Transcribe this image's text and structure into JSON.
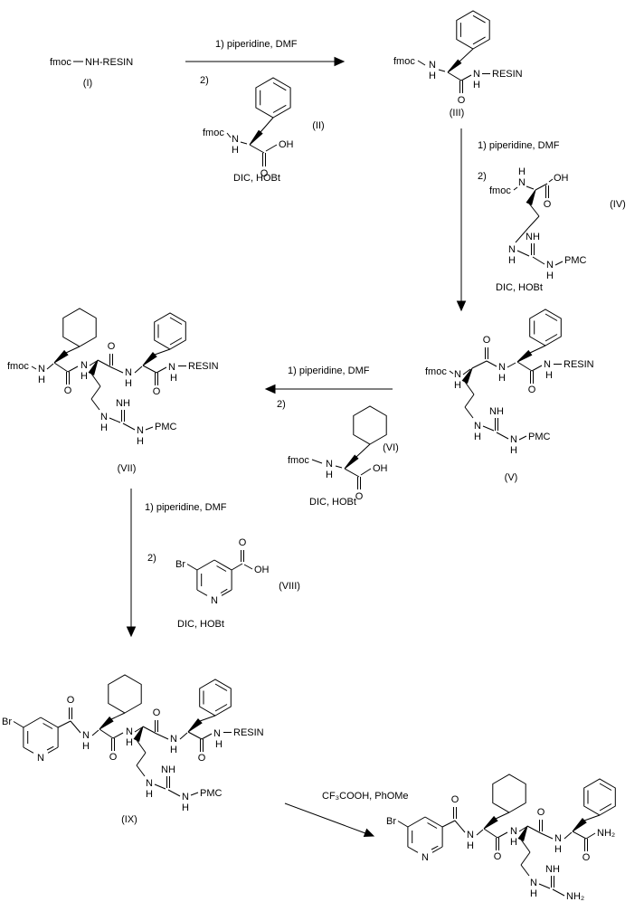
{
  "scheme": {
    "compound_labels": {
      "I": "(I)",
      "II": "(II)",
      "III": "(III)",
      "IV": "(IV)",
      "V": "(V)",
      "VI": "(VI)",
      "VII": "(VII)",
      "VIII": "(VIII)",
      "IX": "(IX)"
    },
    "conditions": {
      "deprotection": "1) piperidine, DMF",
      "step2": "2)",
      "coupling": "DIC, HOBt",
      "cleavage": "CF₃COOH, PhOMe"
    },
    "labels": {
      "fmoc": "fmoc",
      "nh_resin": "NH-RESIN",
      "resin": "RESIN",
      "N": "N",
      "H": "H",
      "O": "O",
      "OH": "OH",
      "NH": "NH",
      "NH2": "NH₂",
      "PMC": "PMC",
      "Br": "Br"
    }
  }
}
